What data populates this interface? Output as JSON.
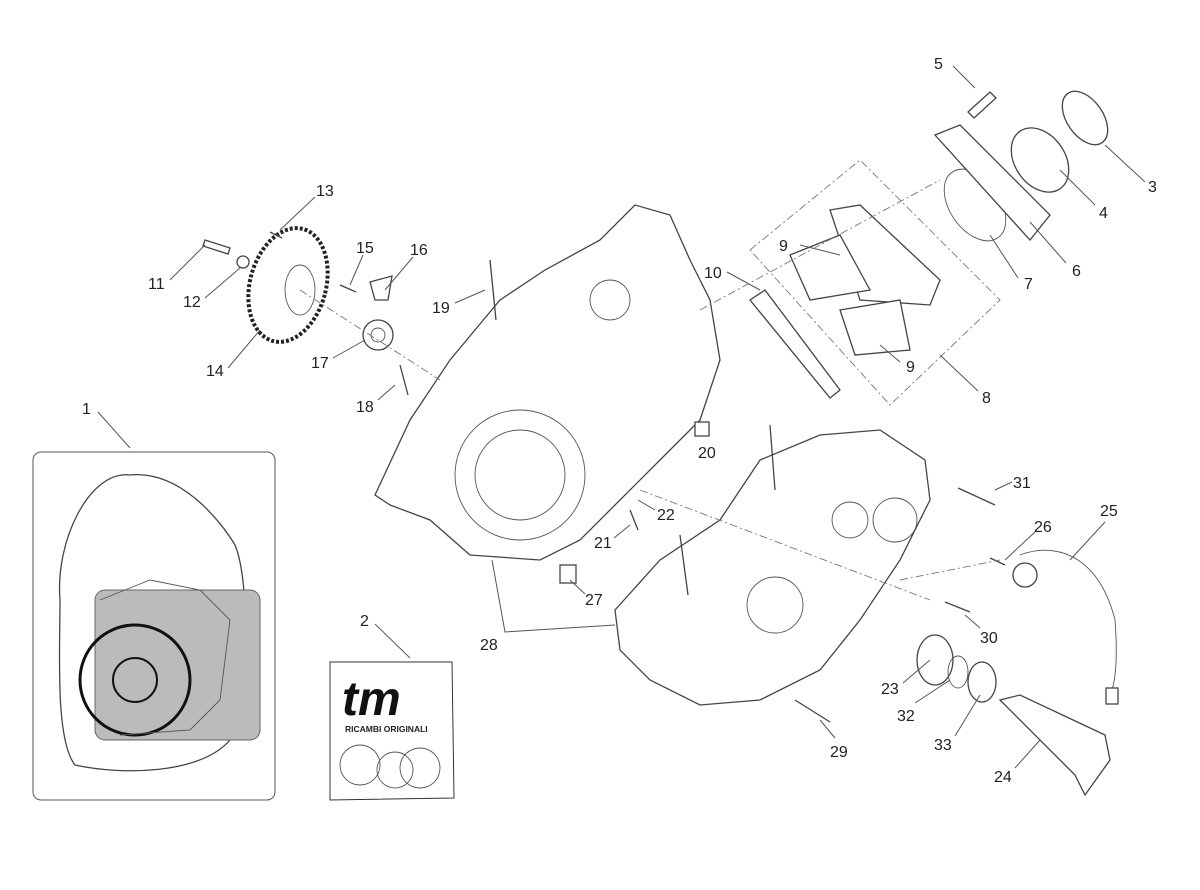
{
  "diagram": {
    "callouts": [
      "1",
      "2",
      "3",
      "4",
      "5",
      "6",
      "7",
      "8",
      "9",
      "9",
      "10",
      "11",
      "12",
      "13",
      "14",
      "15",
      "16",
      "17",
      "18",
      "19",
      "20",
      "21",
      "22",
      "23",
      "24",
      "25",
      "26",
      "27",
      "28",
      "29",
      "30",
      "31",
      "32",
      "33"
    ],
    "bag": {
      "brand": "tm",
      "text": "RICAMBI ORIGINALI"
    }
  }
}
